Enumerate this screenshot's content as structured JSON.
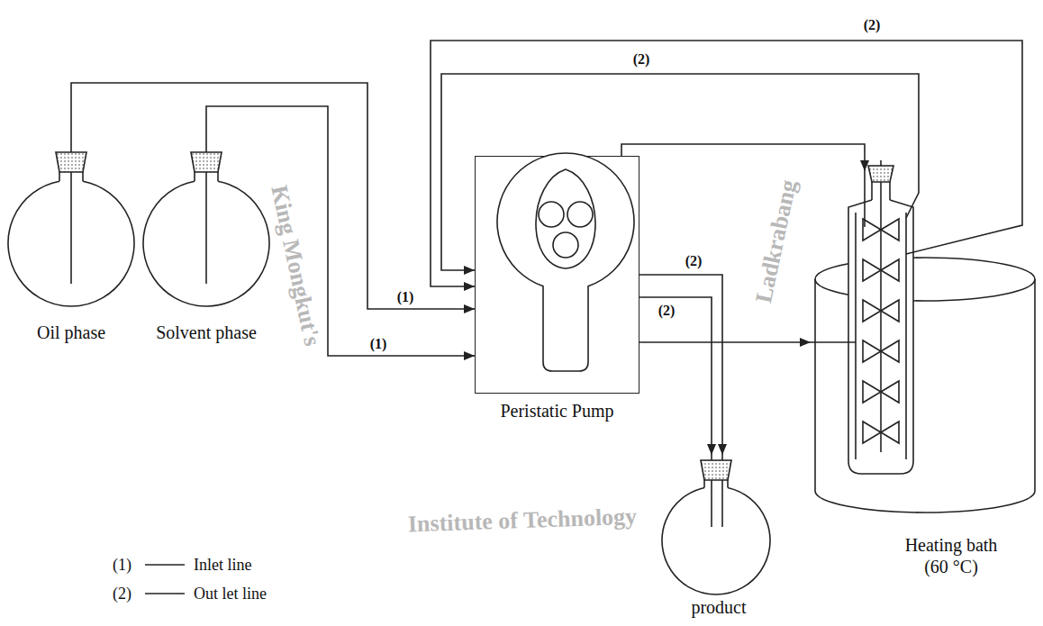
{
  "diagram": {
    "nodes": [
      {
        "text": [
          "Oil phase"
        ]
      },
      {
        "text": [
          "Solvent phase"
        ]
      },
      {
        "text": [
          "Peristatic Pump"
        ]
      },
      {
        "text": [
          "product"
        ]
      },
      {
        "text": [
          "Heating bath",
          "(60 °C)"
        ]
      }
    ],
    "edges": [
      {
        "from": 0,
        "to": 2,
        "arrow": "to",
        "label": "(1)"
      },
      {
        "from": 1,
        "to": 2,
        "arrow": "to",
        "label": "(1)"
      },
      {
        "from": 4,
        "to": 2,
        "arrow": "to",
        "label": "(2)"
      },
      {
        "from": 4,
        "to": 2,
        "arrow": "to",
        "label": "(2)"
      },
      {
        "from": 2,
        "to": 4,
        "arrow": "to"
      },
      {
        "from": 2,
        "to": 4,
        "arrow": "to"
      },
      {
        "from": 2,
        "to": 3,
        "arrow": "to",
        "label": "(2)"
      },
      {
        "from": 2,
        "to": 3,
        "arrow": "to",
        "label": "(2)"
      }
    ],
    "labels": [
      "King Mongkut's",
      "Institute of Technology",
      "Ladkrabang",
      "(1)",
      "(2)"
    ],
    "legend": [
      {
        "text": "Inlet line"
      },
      {
        "text": "Out let line"
      }
    ]
  }
}
